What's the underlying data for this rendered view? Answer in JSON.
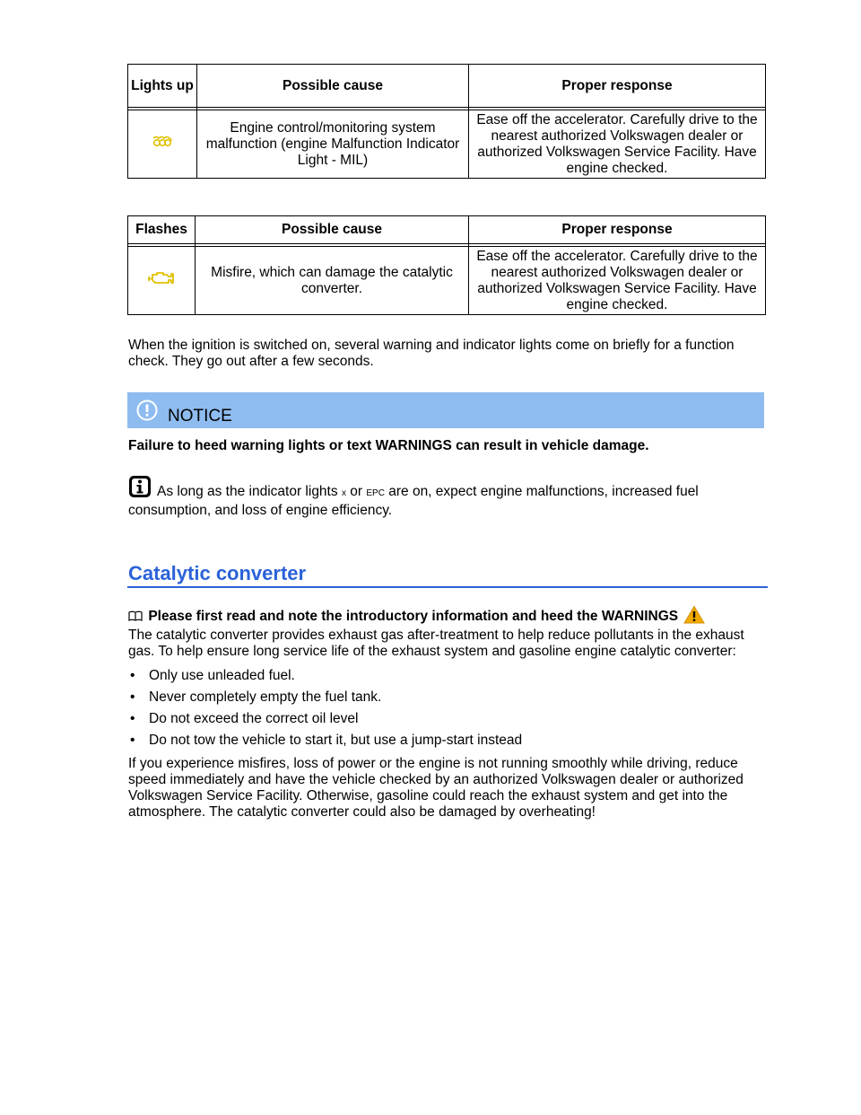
{
  "table1": {
    "headers": [
      "Lights up",
      "Possible cause",
      "Proper response"
    ],
    "row": {
      "icon": "glow-plug-icon",
      "cause": "Engine control/monitoring system malfunction (engine Malfunction Indicator Light - MIL)",
      "response": "Ease off the accelerator. Carefully drive to the nearest authorized Volkswagen dealer or authorized Volkswagen Service Facility. Have engine checked."
    }
  },
  "table2": {
    "headers": [
      "Flashes",
      "Possible cause",
      "Proper response"
    ],
    "row": {
      "icon": "check-engine-icon",
      "cause": "Misfire, which can damage the catalytic converter.",
      "response": "Ease off the accelerator. Carefully drive to the nearest authorized Volkswagen dealer or authorized Volkswagen Service Facility. Have engine checked."
    }
  },
  "function_check_text": "When the ignition is switched on, several warning and indicator lights come on briefly for a function check. They go out after a few seconds.",
  "notice": {
    "label": "NOTICE",
    "text": "Failure to heed warning lights or text WARNINGS can result in vehicle damage.",
    "color": "#8ebcf0"
  },
  "info": {
    "before": "As long as the indicator lights",
    "symbol1": "x",
    "middle": "or",
    "symbol2": "EPC",
    "after": "are on, expect engine malfunctions, increased fuel consumption, and loss of engine efficiency."
  },
  "section": {
    "title": "Catalytic converter",
    "title_color": "#2a62d8",
    "intro": "Please first read and note the introductory information and heed the WARNINGS",
    "body": "The catalytic converter provides exhaust gas after-treatment to help reduce pollutants in the exhaust gas. To help ensure long service life of the exhaust system and gasoline engine catalytic converter:",
    "bullets": [
      "Only use unleaded fuel.",
      "Never completely empty the fuel tank.",
      "Do not exceed the correct oil level",
      "Do not tow the vehicle to start it, but use a jump-start instead"
    ],
    "closing": "If you experience misfires, loss of power or the engine is not running smoothly while driving, reduce speed immediately and have the vehicle checked by an authorized Volkswagen dealer or authorized Volkswagen Service Facility. Otherwise, gasoline could reach the exhaust system and get into the atmosphere. The catalytic converter could also be damaged by overheating!"
  }
}
